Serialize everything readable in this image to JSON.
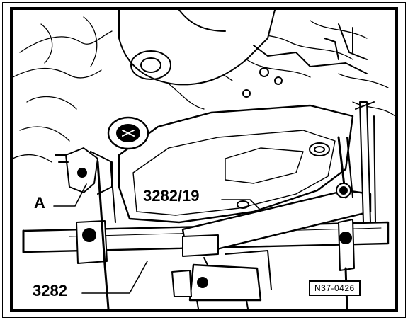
{
  "callouts": {
    "part_a": "A",
    "tool_3282_19": "3282/19",
    "tool_3282": "3282"
  },
  "figure_ref": "N37-0426",
  "colors": {
    "ink": "#000000",
    "paper": "#ffffff"
  }
}
